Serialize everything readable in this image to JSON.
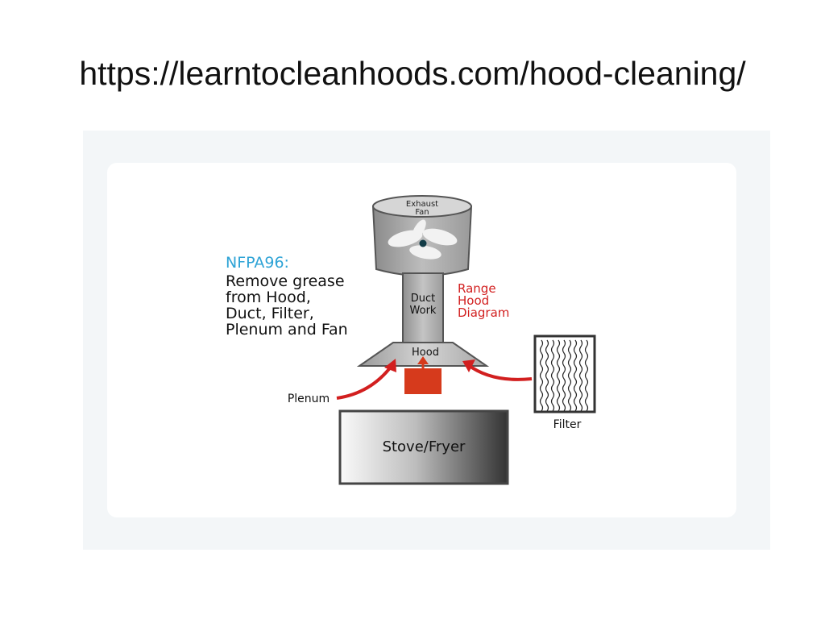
{
  "slide": {
    "title": "https://learntocleanhoods.com/hood-cleaning/"
  },
  "diagram": {
    "note_title": "NFPA96:",
    "note_lines": [
      "Remove grease",
      "from Hood,",
      "Duct, Filter,",
      "Plenum and Fan"
    ],
    "exhaust_fan_line1": "Exhaust",
    "exhaust_fan_line2": "Fan",
    "duct_line1": "Duct",
    "duct_line2": "Work",
    "diagram_title_lines": [
      "Range",
      "Hood",
      "Diagram"
    ],
    "hood_label": "Hood",
    "plenum_label": "Plenum",
    "filter_label": "Filter",
    "stove_label": "Stove/Fryer",
    "colors": {
      "note_title": "#2ea3d6",
      "diagram_title": "#d21f1f",
      "arrow": "#d21f1f",
      "burner": "#d63a1c",
      "frame": "#f3f6f8"
    }
  }
}
